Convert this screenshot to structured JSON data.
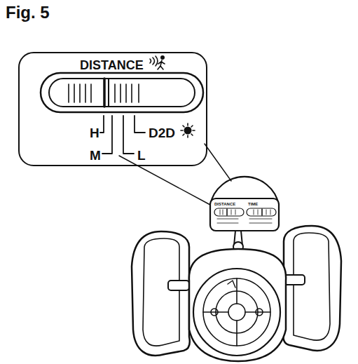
{
  "diagram": {
    "title": "Fig. 5",
    "nodes": [
      {
        "text": [
          "DISTANCE",
          "H",
          "M",
          "D2D",
          "L"
        ]
      }
    ],
    "labels": [
      "DISTANCE",
      "TIME"
    ]
  }
}
